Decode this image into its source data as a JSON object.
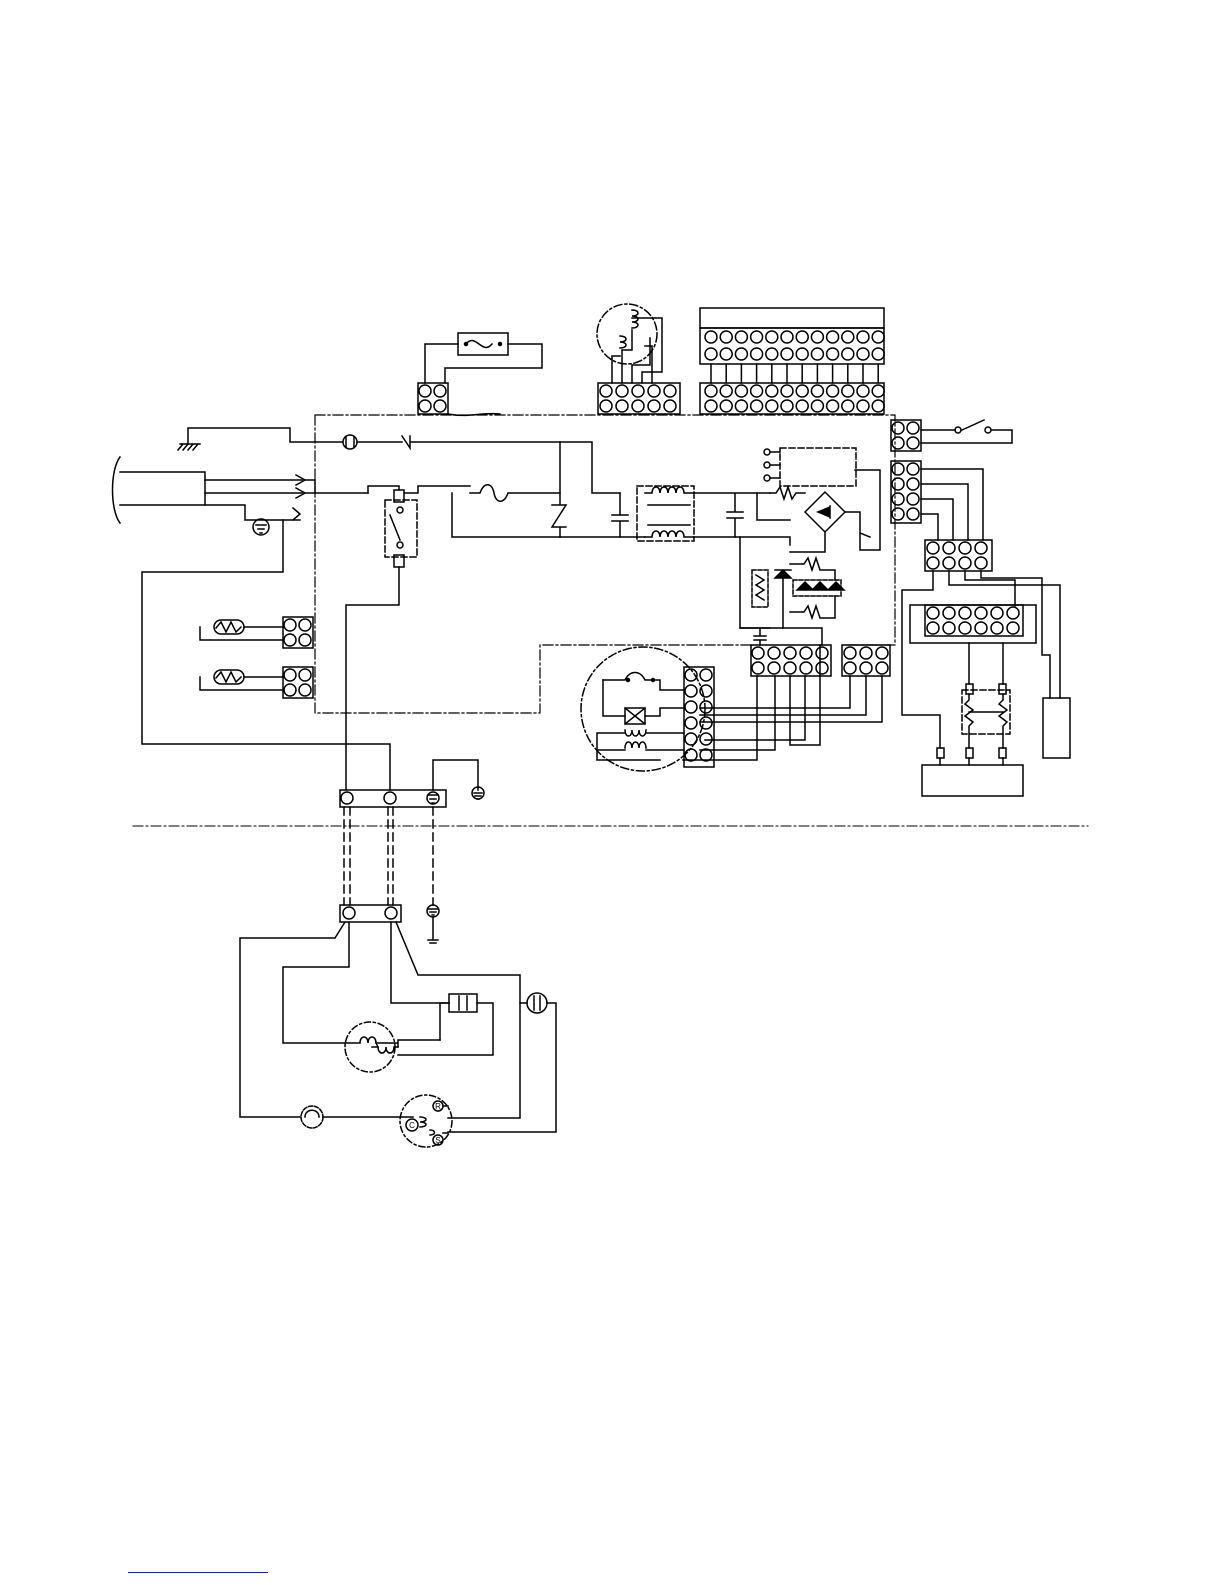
{
  "page": {
    "background": "#ffffff",
    "line_color": "#000000",
    "footer_link_color": "#1a1aff"
  },
  "diagram": {
    "type": "wiring-schematic",
    "text_labels": [],
    "indoor_unit_components": [
      "power-cable",
      "ground-symbol",
      "main-pcb",
      "fuse",
      "varistor",
      "noise-filter",
      "capacitor",
      "bridge-rectifier",
      "relay",
      "triac",
      "thermistor",
      "thermistor",
      "thermal-fuse",
      "stepping-motor",
      "display-board",
      "switch",
      "fan-motor",
      "control-board",
      "terminal-block"
    ],
    "outdoor_unit_components": [
      "terminal-block",
      "fan-motor",
      "fan-capacitor",
      "compressor-capacitor",
      "compressor",
      "overload-protector"
    ],
    "compressor_terminals": [
      "R",
      "S",
      "C"
    ]
  }
}
